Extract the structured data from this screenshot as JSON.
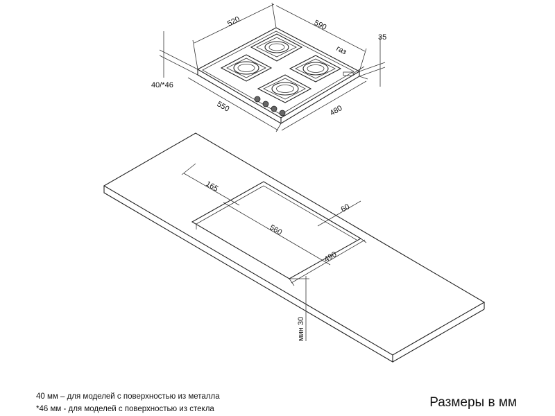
{
  "hob": {
    "dimensions": {
      "depth_520": "520",
      "width_590": "590",
      "height_35": "35",
      "height_40_46": "40/*46",
      "cut_550": "550",
      "cut_480": "480"
    },
    "gas_label": "газ"
  },
  "cutout": {
    "dim_165": "165",
    "dim_560": "560",
    "dim_60": "60",
    "dim_490": "490",
    "dim_min30": "мин 30"
  },
  "notes": [
    "40 мм – для моделей с поверхностью  из металла",
    "*46 мм - для моделей с поверхностью  из стекла"
  ],
  "units_caption": "Размеры в мм"
}
